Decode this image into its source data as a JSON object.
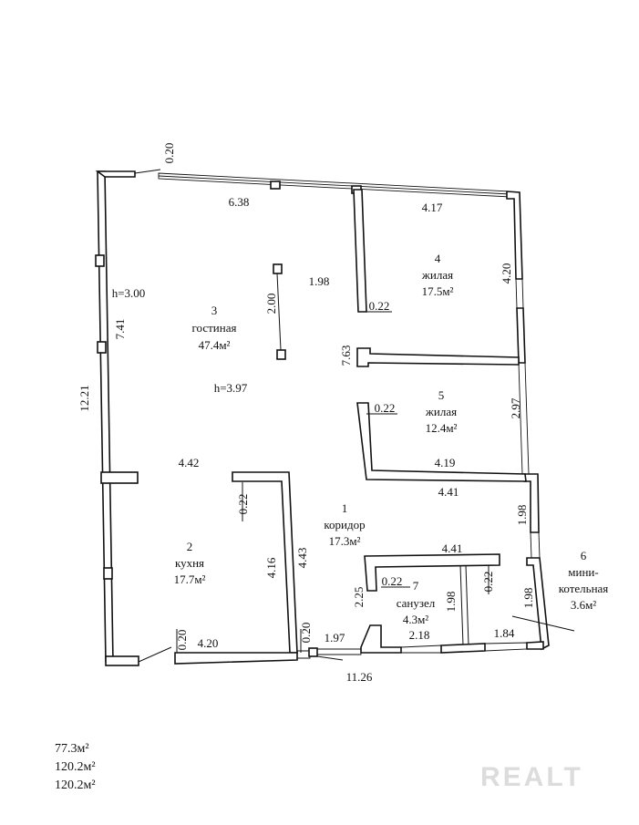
{
  "rooms": [
    {
      "number": "1",
      "name": "коридор",
      "area": "17.3м²"
    },
    {
      "number": "2",
      "name": "кухня",
      "area": "17.7м²"
    },
    {
      "number": "3",
      "name": "гостиная",
      "area": "47.4м²"
    },
    {
      "number": "4",
      "name": "жилая",
      "area": "17.5м²"
    },
    {
      "number": "5",
      "name": "жилая",
      "area": "12.4м²"
    },
    {
      "number": "6",
      "name_line1": "мини-",
      "name_line2": "котельная",
      "area": "3.6м²"
    },
    {
      "number": "7",
      "name": "санузел",
      "area": "4.3м²"
    }
  ],
  "dimensions": {
    "d_top_wall_gap": "0.20",
    "d_top_left": "6.38",
    "d_top_right": "4.17",
    "d_room4_right": "4.20",
    "d_room4_wall": "0.22",
    "d_center": "1.98",
    "d_column": "2.00",
    "d_left_height": "h=3.00",
    "d_left_7_41": "7.41",
    "d_left_12_21": "12.21",
    "d_7_63": "7.63",
    "d_room5_wall": "0.22",
    "d_room5_right": "2.97",
    "d_h_3_97": "h=3.97",
    "d_4_42": "4.42",
    "d_4_19": "4.19",
    "d_4_41_upper": "4.41",
    "d_kitchen_wall": "0.22",
    "d_right_1_98": "1.98",
    "d_4_16": "4.16",
    "d_4_43": "4.43",
    "d_4_41_lower": "4.41",
    "d_2_25": "2.25",
    "d_bath_wall": "0.22",
    "d_bath_1_98": "1.98",
    "d_bath_right_wall": "0.22",
    "d_boiler_1_98": "1.98",
    "d_bottom_left_wall": "0.20",
    "d_bottom_4_20": "4.20",
    "d_bottom_mid_wall": "0.20",
    "d_bottom_1_97": "1.97",
    "d_bottom_2_18": "2.18",
    "d_bottom_1_84": "1.84",
    "d_bottom_11_26": "11.26"
  },
  "totals": [
    "77.3м²",
    "120.2м²",
    "120.2м²"
  ],
  "watermark": "REALT"
}
